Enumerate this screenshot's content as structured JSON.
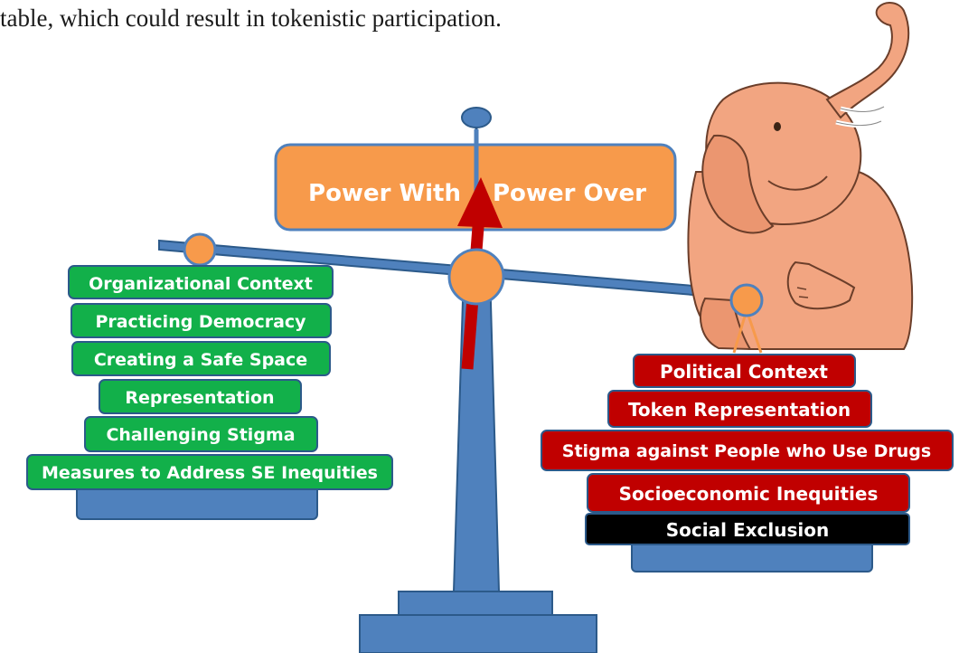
{
  "caption": "table, which could result in tokenistic participation.",
  "center_box": {
    "left_label": "Power With",
    "right_label": "Power Over"
  },
  "left_stack": [
    "Organizational Context",
    "Practicing Democracy",
    "Creating a Safe Space",
    "Representation",
    "Challenging Stigma",
    "Measures to Address SE Inequities"
  ],
  "right_stack": [
    "Political Context",
    "Token Representation",
    "Stigma against People who Use Drugs",
    "Socioeconomic Inequities",
    "Social Exclusion"
  ],
  "colors": {
    "green_block": "#12b04a",
    "red_block": "#c00000",
    "black_block": "#000000",
    "orange_box": "#f79a4b",
    "scale_blue": "#4f81bd",
    "arrow_red": "#c00000",
    "elephant": "#f2a581"
  },
  "icons": {
    "elephant": "elephant-illustration"
  }
}
